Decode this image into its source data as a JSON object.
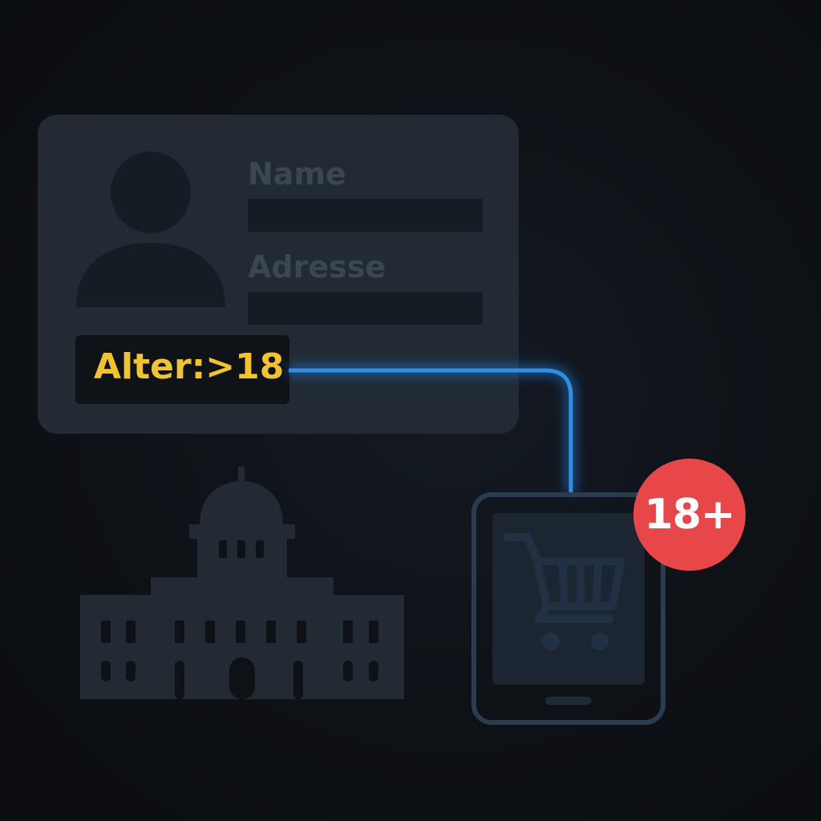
{
  "id_card": {
    "name_label": "Name",
    "address_label": "Adresse",
    "age_claim": "Alter:>18"
  },
  "shop": {
    "badge": "18+"
  },
  "icons": {
    "avatar": "person-silhouette-icon",
    "building": "government-building-icon",
    "device": "tablet-icon",
    "cart": "shopping-cart-icon"
  },
  "colors": {
    "background": "#0e1116",
    "card": "#222a33",
    "age_claim_text": "#f1c232",
    "connector": "#2f8fe0",
    "badge": "#e8474a"
  }
}
